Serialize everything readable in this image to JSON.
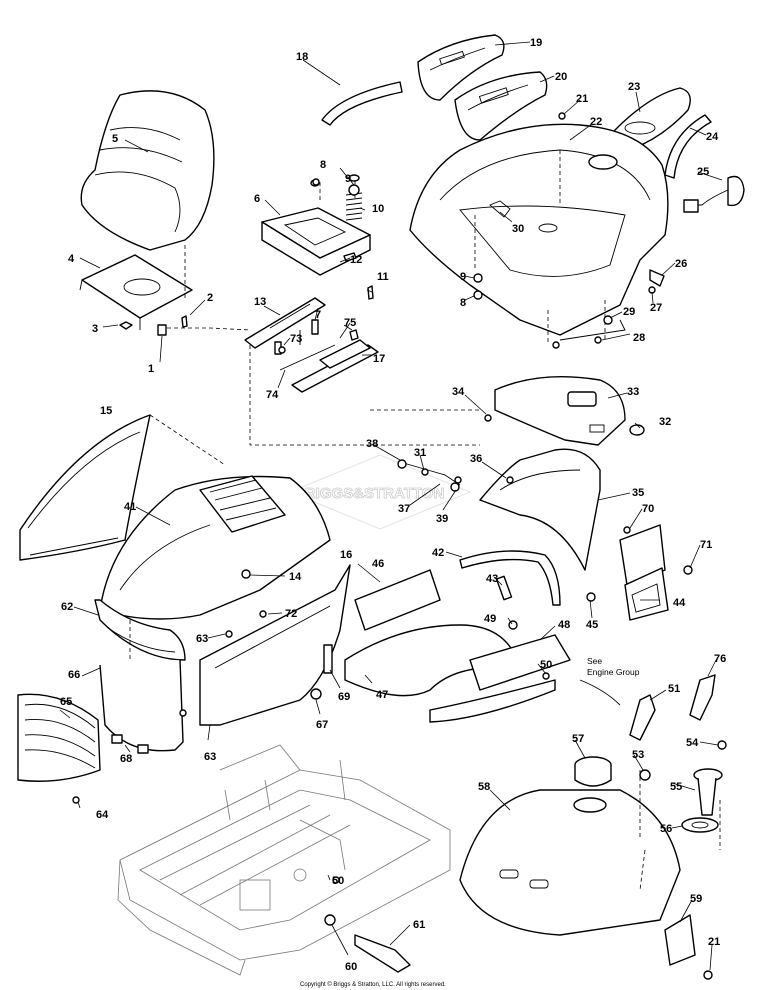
{
  "callouts": [
    {
      "n": "1"
    },
    {
      "n": "2"
    },
    {
      "n": "3"
    },
    {
      "n": "4"
    },
    {
      "n": "5"
    },
    {
      "n": "6"
    },
    {
      "n": "7"
    },
    {
      "n": "8"
    },
    {
      "n": "8"
    },
    {
      "n": "9"
    },
    {
      "n": "9"
    },
    {
      "n": "10"
    },
    {
      "n": "11"
    },
    {
      "n": "12"
    },
    {
      "n": "13"
    },
    {
      "n": "14"
    },
    {
      "n": "15"
    },
    {
      "n": "16"
    },
    {
      "n": "17"
    },
    {
      "n": "18"
    },
    {
      "n": "19"
    },
    {
      "n": "20"
    },
    {
      "n": "21"
    },
    {
      "n": "21"
    },
    {
      "n": "22"
    },
    {
      "n": "23"
    },
    {
      "n": "24"
    },
    {
      "n": "25"
    },
    {
      "n": "26"
    },
    {
      "n": "27"
    },
    {
      "n": "28"
    },
    {
      "n": "29"
    },
    {
      "n": "30"
    },
    {
      "n": "31"
    },
    {
      "n": "32"
    },
    {
      "n": "33"
    },
    {
      "n": "34"
    },
    {
      "n": "35"
    },
    {
      "n": "36"
    },
    {
      "n": "37"
    },
    {
      "n": "38"
    },
    {
      "n": "39"
    },
    {
      "n": "41"
    },
    {
      "n": "42"
    },
    {
      "n": "43"
    },
    {
      "n": "44"
    },
    {
      "n": "45"
    },
    {
      "n": "46"
    },
    {
      "n": "47"
    },
    {
      "n": "48"
    },
    {
      "n": "49"
    },
    {
      "n": "50"
    },
    {
      "n": "50"
    },
    {
      "n": "51"
    },
    {
      "n": "53"
    },
    {
      "n": "54"
    },
    {
      "n": "55"
    },
    {
      "n": "56"
    },
    {
      "n": "57"
    },
    {
      "n": "58"
    },
    {
      "n": "59"
    },
    {
      "n": "60"
    },
    {
      "n": "61"
    },
    {
      "n": "62"
    },
    {
      "n": "63"
    },
    {
      "n": "63"
    },
    {
      "n": "64"
    },
    {
      "n": "65"
    },
    {
      "n": "66"
    },
    {
      "n": "67"
    },
    {
      "n": "68"
    },
    {
      "n": "69"
    },
    {
      "n": "70"
    },
    {
      "n": "71"
    },
    {
      "n": "72"
    },
    {
      "n": "73"
    },
    {
      "n": "74"
    },
    {
      "n": "75"
    },
    {
      "n": "76"
    }
  ],
  "note": {
    "line1": "See",
    "line2": "Engine Group"
  },
  "watermark": "BRIGGS&STRATTON",
  "copyright": "Copyright © Briggs & Stratton, LLC. All rights reserved."
}
